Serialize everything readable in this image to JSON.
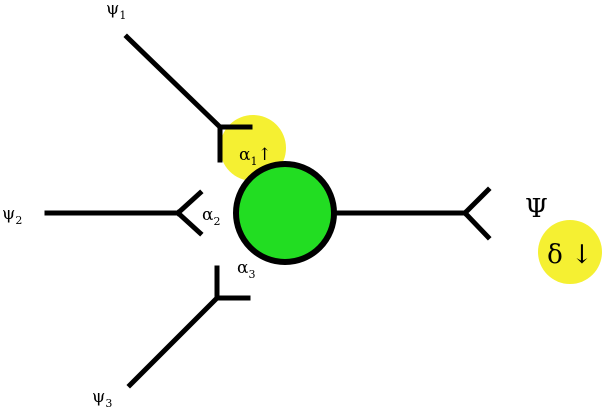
{
  "inputs": [
    {
      "label": "ψ",
      "index": "1",
      "weight": "α",
      "weight_index": "1",
      "mark": "↑"
    },
    {
      "label": "ψ",
      "index": "2",
      "weight": "α",
      "weight_index": "2"
    },
    {
      "label": "ψ",
      "index": "3",
      "weight": "α",
      "weight_index": "3"
    }
  ],
  "output": {
    "label": "Ψ",
    "mark": "δ ↓"
  },
  "colors": {
    "node_fill": "#22dd22",
    "highlight": "#f5f032",
    "line": "#000000",
    "background": "#ffffff"
  }
}
